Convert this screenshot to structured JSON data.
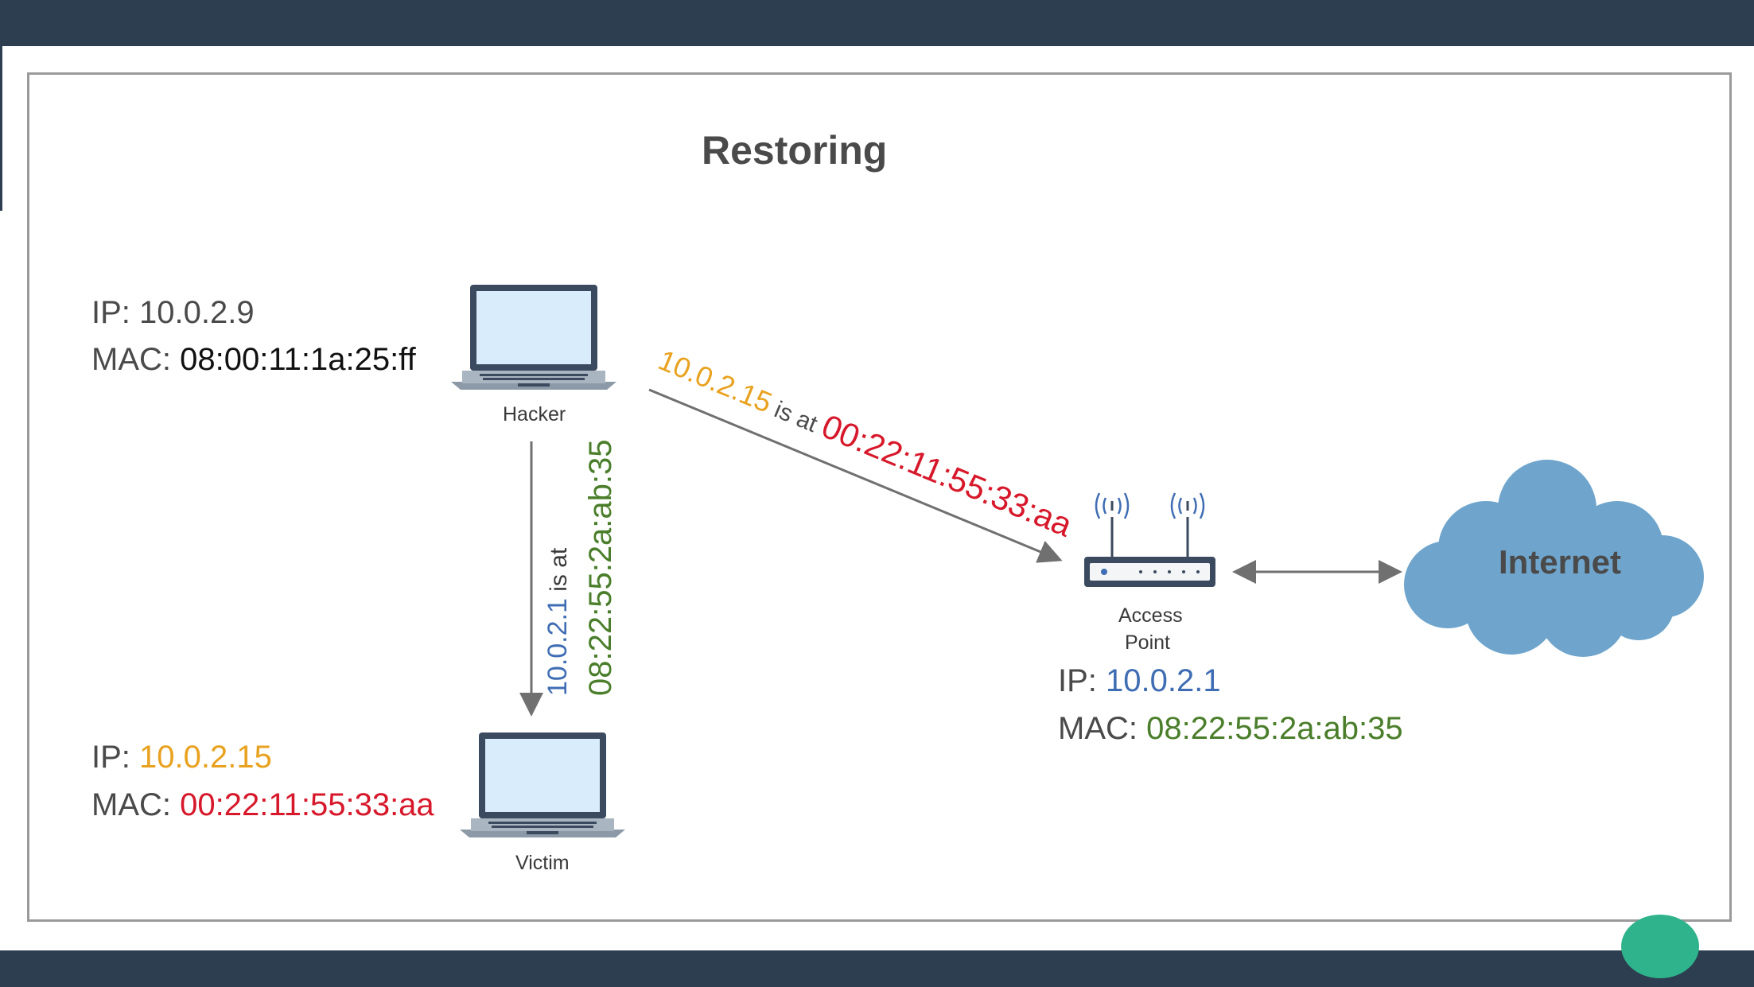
{
  "colors": {
    "bar": "#2c3e50",
    "frame": "#9a9a9a",
    "text": "#4a4a4a",
    "blue": "#3f6db3",
    "orange": "#e9a21f",
    "red": "#d7182a",
    "green": "#4a7e2a",
    "black": "#111111",
    "cloud": "#6fa5cc",
    "arrow": "#707070",
    "screen": "#d8ecfb",
    "badge": "#2fb38c"
  },
  "title": "Restoring",
  "hacker": {
    "ip_label": "IP:",
    "ip": "10.0.2.9",
    "mac_label": "MAC:",
    "mac": "08:00:11:1a:25:ff",
    "name": "Hacker"
  },
  "victim": {
    "ip_label": "IP:",
    "ip": "10.0.2.15",
    "mac_label": "MAC:",
    "mac": "00:22:11:55:33:aa",
    "name": "Victim"
  },
  "access_point": {
    "name_line1": "Access",
    "name_line2": "Point",
    "ip_label": "IP:",
    "ip": "10.0.2.1",
    "mac_label": "MAC:",
    "mac": "08:22:55:2a:ab:35"
  },
  "internet": {
    "label": "Internet"
  },
  "message_to_ap": {
    "ip": "10.0.2.15",
    "is_at": " is at ",
    "mac": "00:22:11:55:33:aa"
  },
  "message_to_victim": {
    "ip": "10.0.2.1",
    "is_at": " is at",
    "mac": "08:22:55:2a:ab:35"
  }
}
